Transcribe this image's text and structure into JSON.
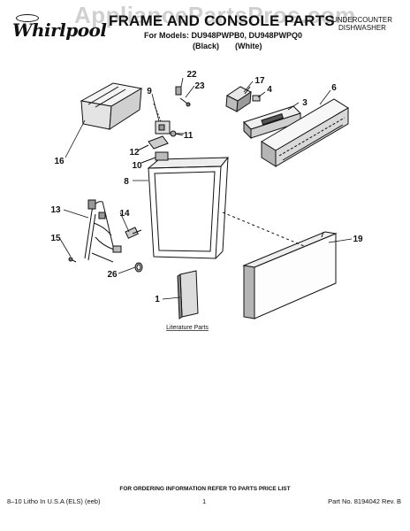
{
  "watermark": "AppliancePartsPros.com",
  "brand": "Whirlpool",
  "title": "FRAME AND CONSOLE PARTS",
  "models_line": "For Models: DU948PWPB0, DU948PWPQ0",
  "variants": [
    "(Black)",
    "(White)"
  ],
  "category": [
    "UNDERCOUNTER",
    "DISHWASHER"
  ],
  "callouts": {
    "c22": "22",
    "c23": "23",
    "c9": "9",
    "c17": "17",
    "c4": "4",
    "c3": "3",
    "c6": "6",
    "c11": "11",
    "c12": "12",
    "c10": "10",
    "c16": "16",
    "c8": "8",
    "c13": "13",
    "c14": "14",
    "c15": "15",
    "c26": "26",
    "c19": "19",
    "c1": "1"
  },
  "literature_label": "Literature Parts",
  "order_note": "FOR ORDERING INFORMATION REFER TO PARTS PRICE LIST",
  "footer": {
    "litho": "8–10 Litho In U.S.A (ELS) (eeb)",
    "page": "1",
    "part_no": "Part No. 8194042 Rev. B"
  },
  "colors": {
    "line": "#111111",
    "shade": "#9a9a9a",
    "watermark": "#969696"
  }
}
